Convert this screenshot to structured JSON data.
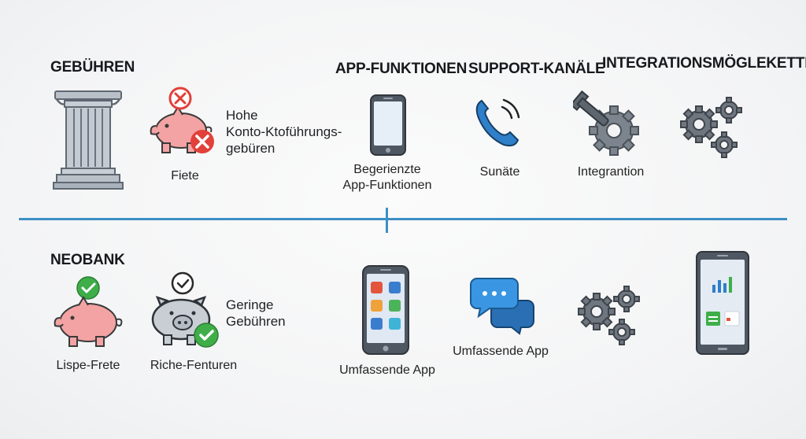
{
  "top": {
    "heading": "GEBÜHREN",
    "fee_text": [
      "Hohe",
      "Konto-Ktoführungs-",
      "gebüren"
    ],
    "piggy_label": "Fiete",
    "app_heading": "APP-FUNKTIONEN",
    "app_label": [
      "Begerienzte",
      "App-Funktionen"
    ],
    "support_heading": "SUPPORT-KANÄLE",
    "support_label": "Sunäte",
    "integration_heading": "INTEGRATIONSMÖGLEKETTIEN",
    "integration_label": "Integrantion"
  },
  "bottom": {
    "heading": "NEOBANK",
    "piggy_label": "Lispe-Frete",
    "fee_text": [
      "Geringe",
      "Gebühren"
    ],
    "pig2_label": "Riche-Fenturen",
    "app_label": "Umfassende App",
    "chat_label": "Umfassende App"
  },
  "colors": {
    "divider": "#3d8fc4",
    "negative": "#e2403a",
    "positive": "#3fae49",
    "piggy_pink": "#f3a3a3",
    "gear_gray": "#6f7680",
    "phone_blue": "#3a6fb5",
    "chat_blue": "#2f86d6"
  },
  "icons": {
    "top": [
      "bank-column-icon",
      "piggy-bank-cross-icon",
      "smartphone-icon",
      "phone-call-icon",
      "gear-wrench-icon",
      "gears-icon"
    ],
    "bottom": [
      "piggy-bank-check-icon",
      "pig-check-icon",
      "smartphone-apps-icon",
      "chat-bubbles-icon",
      "gears-icon",
      "tablet-dashboard-icon"
    ]
  }
}
